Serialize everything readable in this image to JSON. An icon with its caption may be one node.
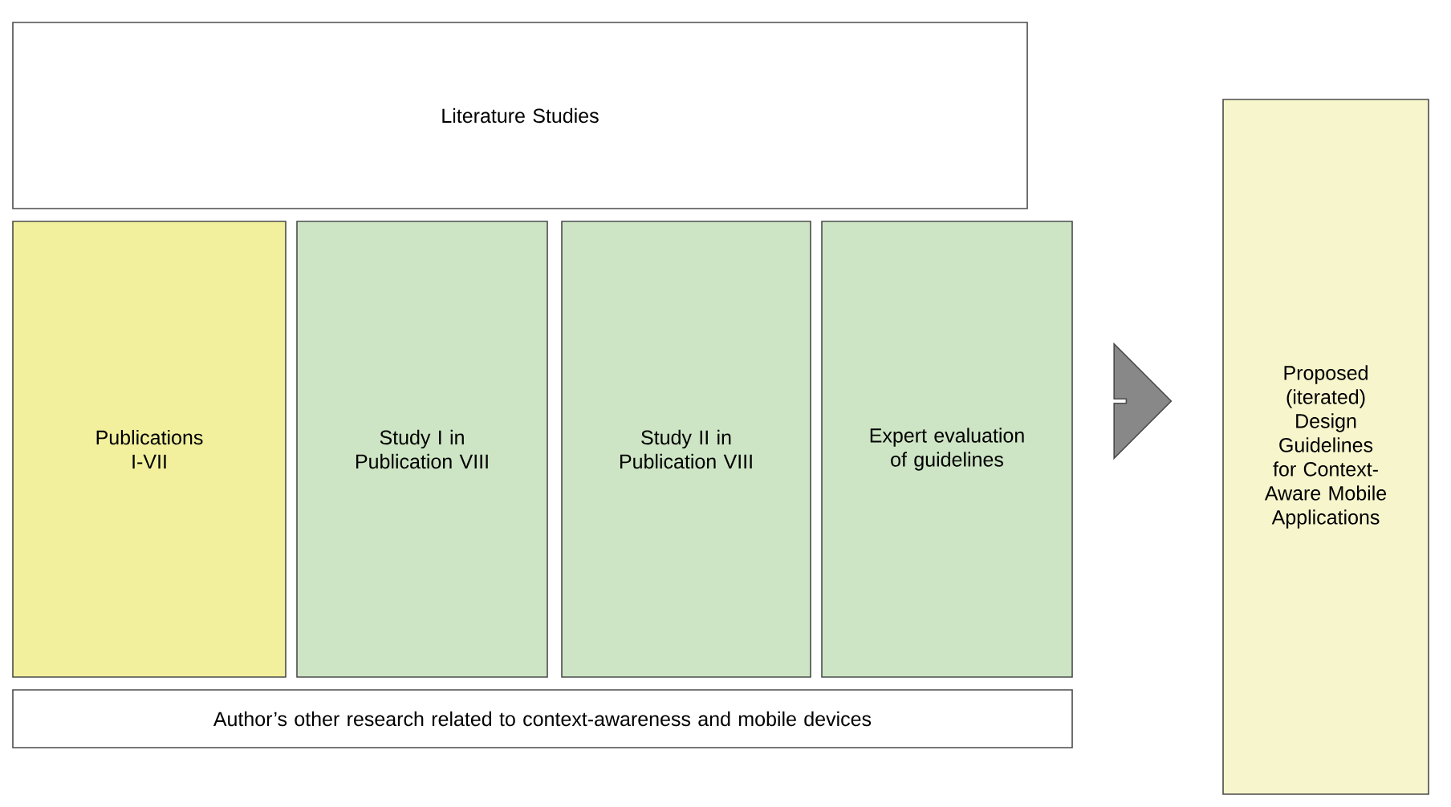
{
  "diagram": {
    "nodes": [
      {
        "text": [
          "Literature Studies"
        ]
      },
      {
        "text": [
          "Publications I-VII"
        ]
      },
      {
        "text": [
          "Study I in Publication VIII"
        ]
      },
      {
        "text": [
          "Study II in Publication VIII"
        ]
      },
      {
        "text": [
          "Expert evaluation of guidelines"
        ]
      },
      {
        "text": [
          "Author’s other research related to context-awareness and mobile devices"
        ]
      },
      {
        "text": [
          "Proposed (iterated) Design Guidelines for Context-Aware Mobile Applications"
        ]
      }
    ],
    "edges": [
      {
        "from": 4,
        "to": 6,
        "arrow": "to"
      }
    ]
  }
}
